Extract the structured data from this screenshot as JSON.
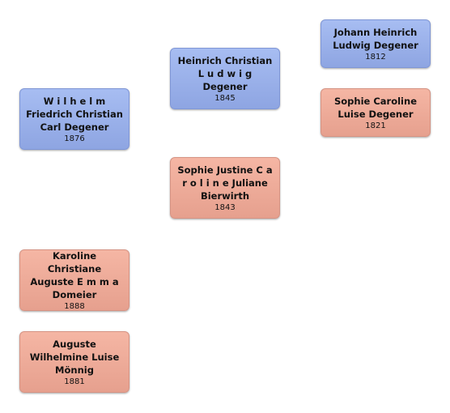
{
  "persons": {
    "wilhelm": {
      "name": "W i l h e l m\nFriedrich Christian\nCarl Degener",
      "year": "1876"
    },
    "heinrich": {
      "name": "Heinrich Christian\nL u d w i g\nDegener",
      "year": "1845"
    },
    "sophie_justine": {
      "name": "Sophie Justine C a\nr o l i n e Juliane\nBierwirth",
      "year": "1843"
    },
    "johann": {
      "name": "Johann Heinrich\nLudwig Degener",
      "year": "1812"
    },
    "sophie_caroline": {
      "name": "Sophie Caroline\nLuise Degener",
      "year": "1821"
    },
    "karoline": {
      "name": "Karoline Christiane\nAuguste E m m a\nDomeier",
      "year": "1888"
    },
    "auguste": {
      "name": "Auguste\nWilhelmine Luise\nMönnig",
      "year": "1881"
    }
  },
  "colors": {
    "male": "#9cb1ea",
    "female": "#eeab99"
  }
}
